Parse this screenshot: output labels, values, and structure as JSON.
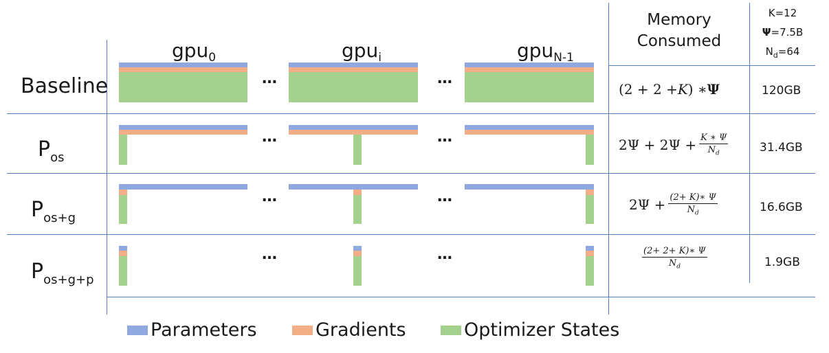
{
  "colors": {
    "parameters": "#8fa8e0",
    "gradients": "#f2ae86",
    "optimizer": "#a4d18d",
    "lines": "#5b7fc4"
  },
  "header": {
    "gpu0": {
      "base": "gpu",
      "sub": "0"
    },
    "gpui": {
      "base": "gpu",
      "sub": "i"
    },
    "gpuN": {
      "base": "gpu",
      "sub": "N-1"
    },
    "memory_line1": "Memory",
    "memory_line2": "Consumed"
  },
  "side_params": {
    "k": "K=12",
    "psi_symbol": "Ψ",
    "psi_value": "=7.5B",
    "nd_base": "N",
    "nd_sub": "d",
    "nd_value": "=64"
  },
  "rows": [
    {
      "label": "Baseline",
      "label_sub": "",
      "formula": {
        "prefix": "(2 + 2 + ",
        "k": "K",
        "suffix": ") ∗ ",
        "psi": "Ψ"
      },
      "memory": "120GB"
    },
    {
      "label": "P",
      "label_sub": "os",
      "formula": {
        "prefix": "2Ψ + 2Ψ + ",
        "num": "K ∗ Ψ",
        "den": "N",
        "den_sub": "d"
      },
      "memory": "31.4GB"
    },
    {
      "label": "P",
      "label_sub": "os+g",
      "formula": {
        "prefix": "2Ψ + ",
        "num": "(2+ K)∗ Ψ",
        "den": "N",
        "den_sub": "d"
      },
      "memory": "16.6GB"
    },
    {
      "label": "P",
      "label_sub": "os+g+p",
      "formula": {
        "prefix": "",
        "num": "(2+ 2+ K)∗ Ψ",
        "den": "N",
        "den_sub": "d"
      },
      "memory": "1.9GB"
    }
  ],
  "ellipsis": "…",
  "legend": {
    "parameters": "Parameters",
    "gradients": "Gradients",
    "optimizer": "Optimizer States"
  }
}
